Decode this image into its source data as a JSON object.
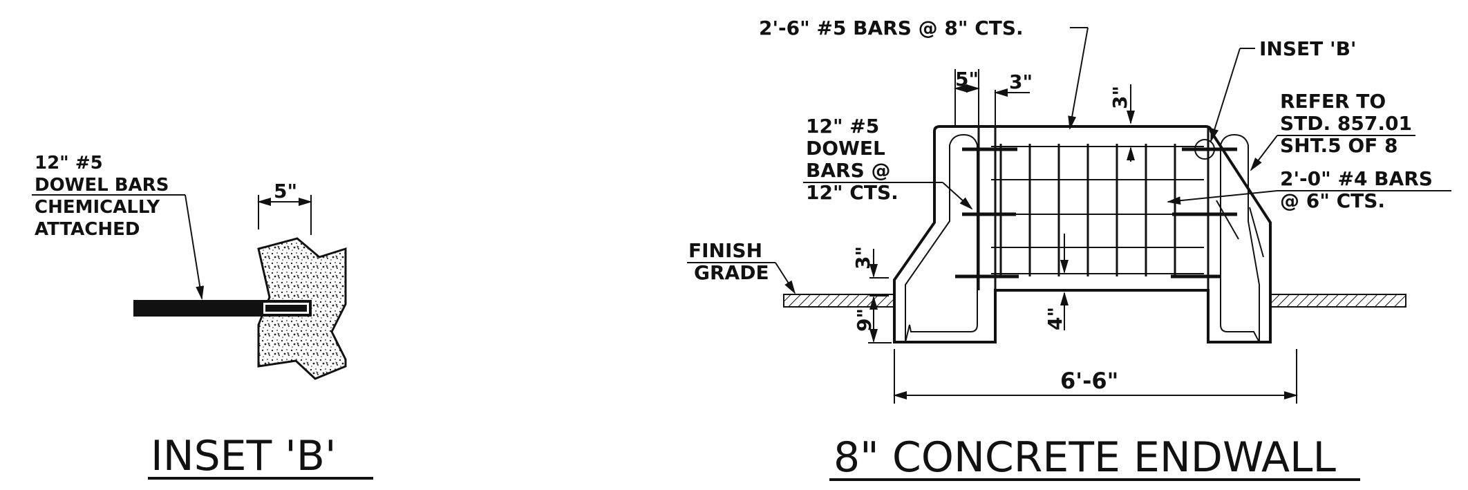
{
  "inset": {
    "title": "INSET 'B'",
    "bar_label_lines": [
      "12\" #5",
      "DOWEL BARS",
      "CHEMICALLY",
      "ATTACHED"
    ],
    "dim_width": "5\""
  },
  "endwall": {
    "title": "8\" CONCRETE ENDWALL",
    "labels": {
      "top_bars": "2'-6\" #5 BARS @ 8\" CTS.",
      "inset_ref": "INSET 'B'",
      "refer_lines": [
        "REFER TO",
        "STD. 857.01",
        "SHT.5 OF 8"
      ],
      "bars_4_lines": [
        "2'-0\" #4 BARS",
        "@ 6\" CTS."
      ],
      "dowel_lines": [
        "12\" #5",
        "DOWEL",
        "BARS @",
        "12\" CTS."
      ],
      "finish_grade_lines": [
        "FINISH",
        "GRADE"
      ]
    },
    "dims": {
      "d5": "5\"",
      "d3_top": "3\"",
      "d3_vert": "3\"",
      "d3_left": "3\"",
      "d9": "9\"",
      "d4": "4\"",
      "overall": "6'-6\""
    }
  },
  "colors": {
    "ink": "#111111",
    "paper": "#ffffff"
  }
}
